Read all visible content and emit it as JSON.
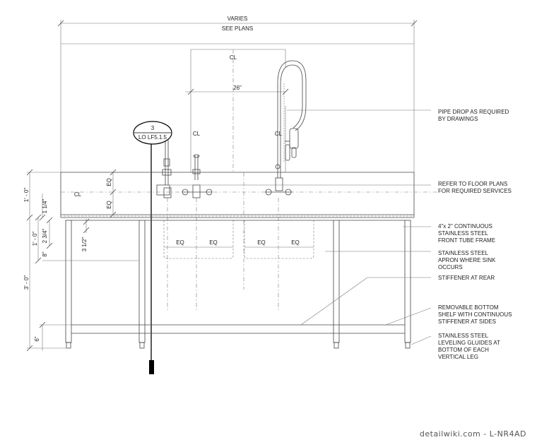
{
  "dimensions": {
    "overall_width": "VARIES",
    "overall_note": "SEE PLANS",
    "faucet_spacing": "26\"",
    "backsplash_height": "1' - 0\"",
    "rim_offset": "1 1/4\"",
    "apron_height": "1' - 0\"",
    "apron_top": "2 3/4\"",
    "apron_bottom": "8\"",
    "stiffener_offset": "3 1/2\"",
    "leg_height": "3' - 0\"",
    "shelf_height": "6\"",
    "eq_label": "EQ",
    "centerline": "CL"
  },
  "callout": {
    "number": "3",
    "reference": "LO LF5.1.5"
  },
  "notes": [
    {
      "line1": "PIPE DROP AS REQUIRED",
      "line2": "BY DRAWINGS",
      "line3": ""
    },
    {
      "line1": "REFER TO FLOOR PLANS",
      "line2": "FOR REQUIRED SERVICES",
      "line3": ""
    },
    {
      "line1": "4\"x 2\" CONTINUOUS",
      "line2": "STAINLESS STEEL",
      "line3": "FRONT TUBE FRAME"
    },
    {
      "line1": "STAINLESS STEEL",
      "line2": "APRON WHERE SINK",
      "line3": "OCCURS"
    },
    {
      "line1": "STIFFENER AT REAR",
      "line2": "",
      "line3": ""
    },
    {
      "line1": "REMOVABLE BOTTOM",
      "line2": "SHELF WITH CONTINUOUS",
      "line3": "STIFFENER AT SIDES"
    },
    {
      "line1": "STAINLESS STEEL",
      "line2": "LEVELING GLUIDES AT",
      "line3": "BOTTOM OF EACH",
      "line4": "VERTICAL LEG"
    }
  ],
  "watermark": "detailwiki.com - L-NR4AD"
}
